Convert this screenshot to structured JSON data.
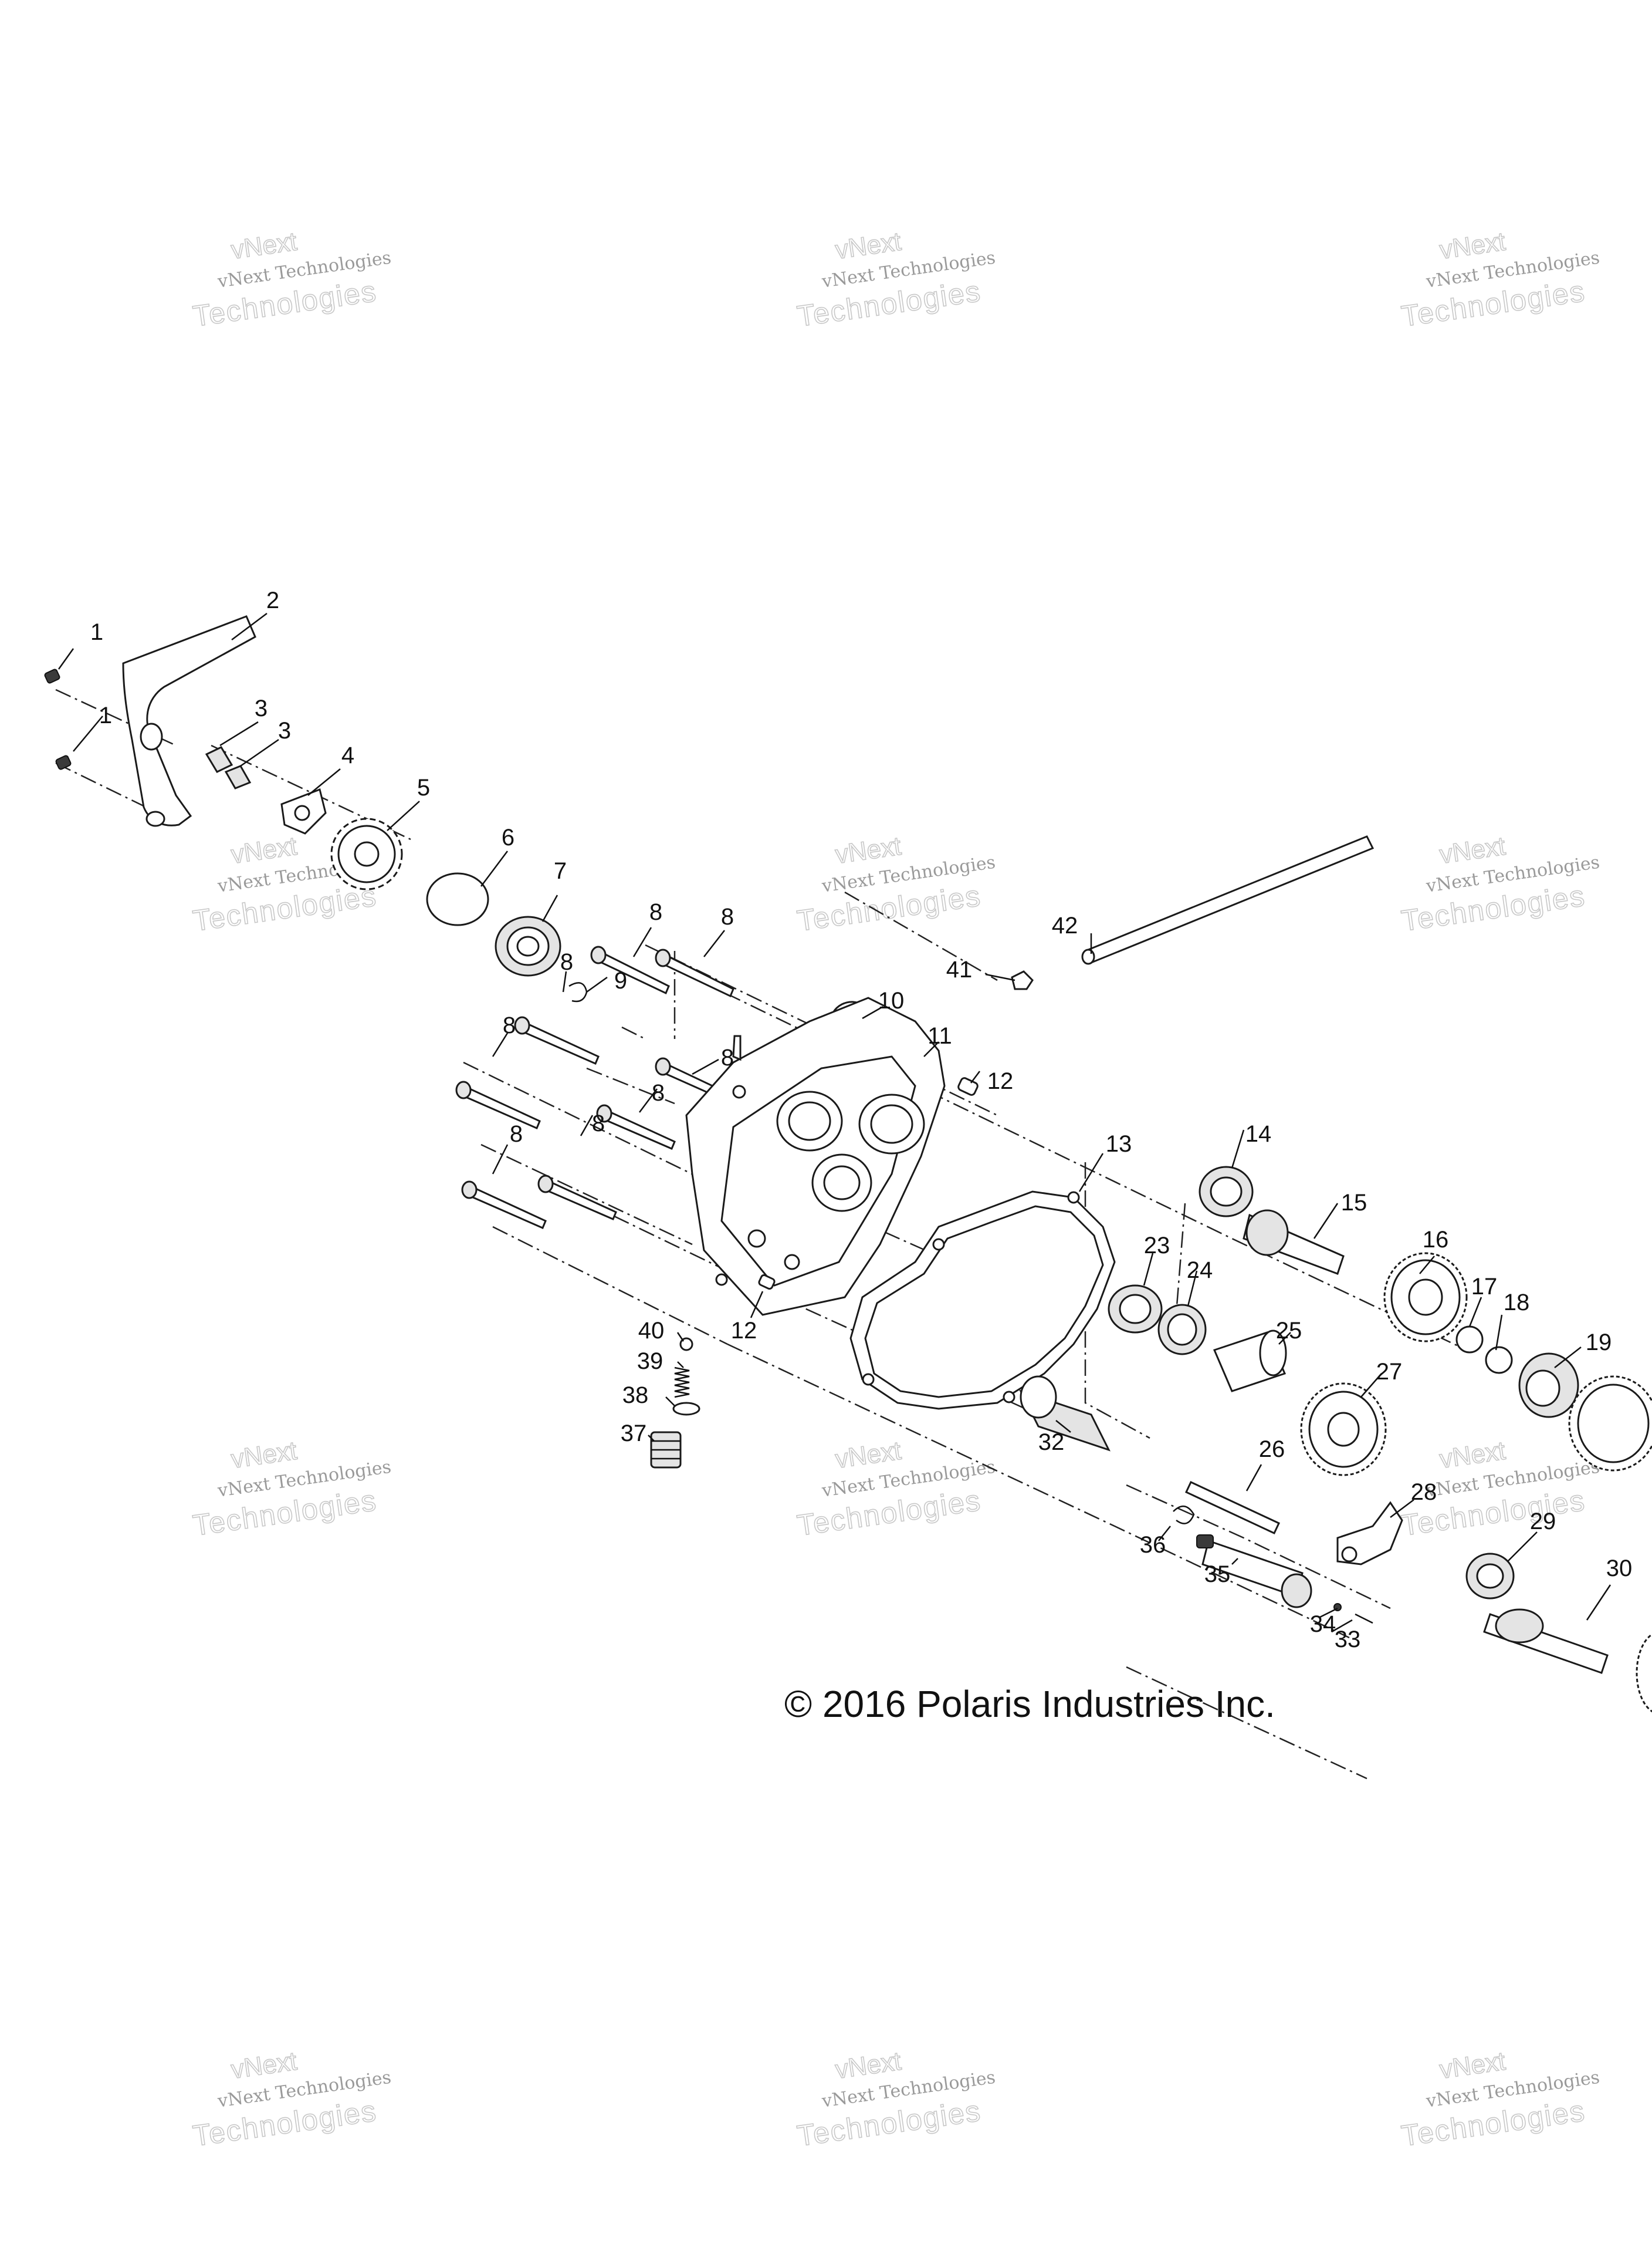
{
  "watermark": {
    "line1": "vNext Technologies",
    "line2": "Technologies",
    "brand": "vNext"
  },
  "copyright": "© 2016 Polaris Industries Inc.",
  "callouts": [
    "1",
    "1",
    "2",
    "3",
    "3",
    "4",
    "5",
    "6",
    "7",
    "8",
    "8",
    "8",
    "9",
    "8",
    "10",
    "11",
    "8",
    "12",
    "8",
    "8",
    "8",
    "13",
    "14",
    "15",
    "16",
    "23",
    "24",
    "17",
    "18",
    "19",
    "12",
    "25",
    "27",
    "40",
    "39",
    "38",
    "37",
    "32",
    "26",
    "28",
    "29",
    "36",
    "35",
    "30",
    "34",
    "33",
    "42",
    "41"
  ]
}
